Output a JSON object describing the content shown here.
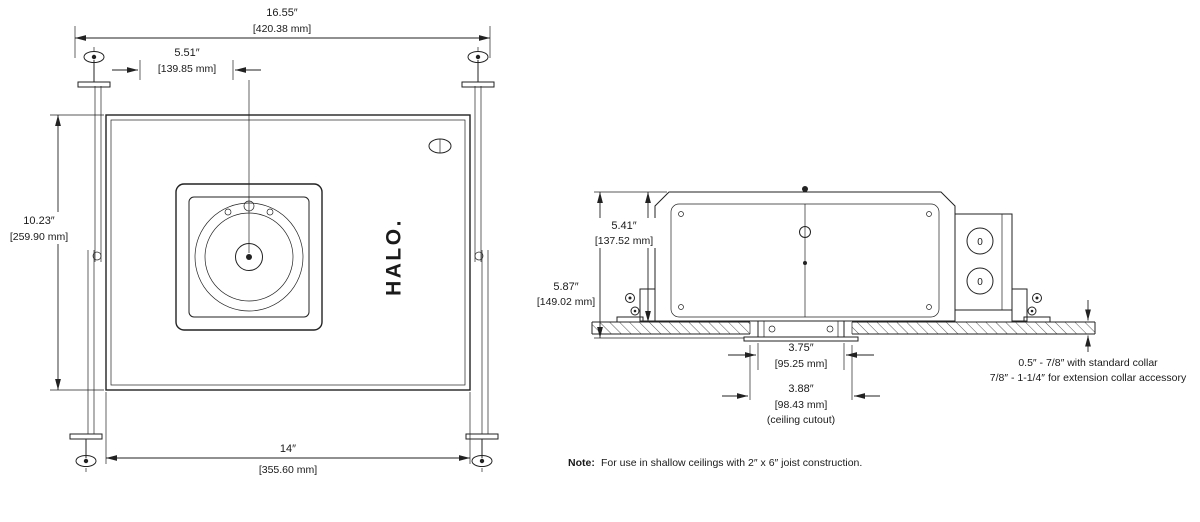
{
  "page": {
    "background": "#ffffff",
    "line_color": "#222222"
  },
  "plan_view": {
    "brand": "HALO.",
    "dims": {
      "overall_width_in": "16.55″",
      "overall_width_mm": "[420.38 mm]",
      "aperture_in": "5.51″",
      "aperture_mm": "[139.85 mm]",
      "height_in": "10.23″",
      "height_mm": "[259.90 mm]",
      "frame_width_in": "14″",
      "frame_width_mm": "[355.60 mm]"
    }
  },
  "side_view": {
    "dims": {
      "housing_height_in": "5.41″",
      "housing_height_mm": "[137.52 mm]",
      "overall_height_in": "5.87″",
      "overall_height_mm": "[149.02 mm]",
      "collar_width_in": "3.75″",
      "collar_width_mm": "[95.25 mm]",
      "cutout_in": "3.88″",
      "cutout_mm": "[98.43 mm]",
      "cutout_caption": "(ceiling cutout)"
    },
    "knockouts": [
      "0",
      "0"
    ],
    "collar_note_line1": "0.5″ - 7/8″ with standard collar",
    "collar_note_line2": "7/8″ - 1-1/4″ for extension collar accessory"
  },
  "footnote": {
    "label": "Note:",
    "text": "For use in shallow ceilings with 2″ x 6″ joist construction."
  }
}
